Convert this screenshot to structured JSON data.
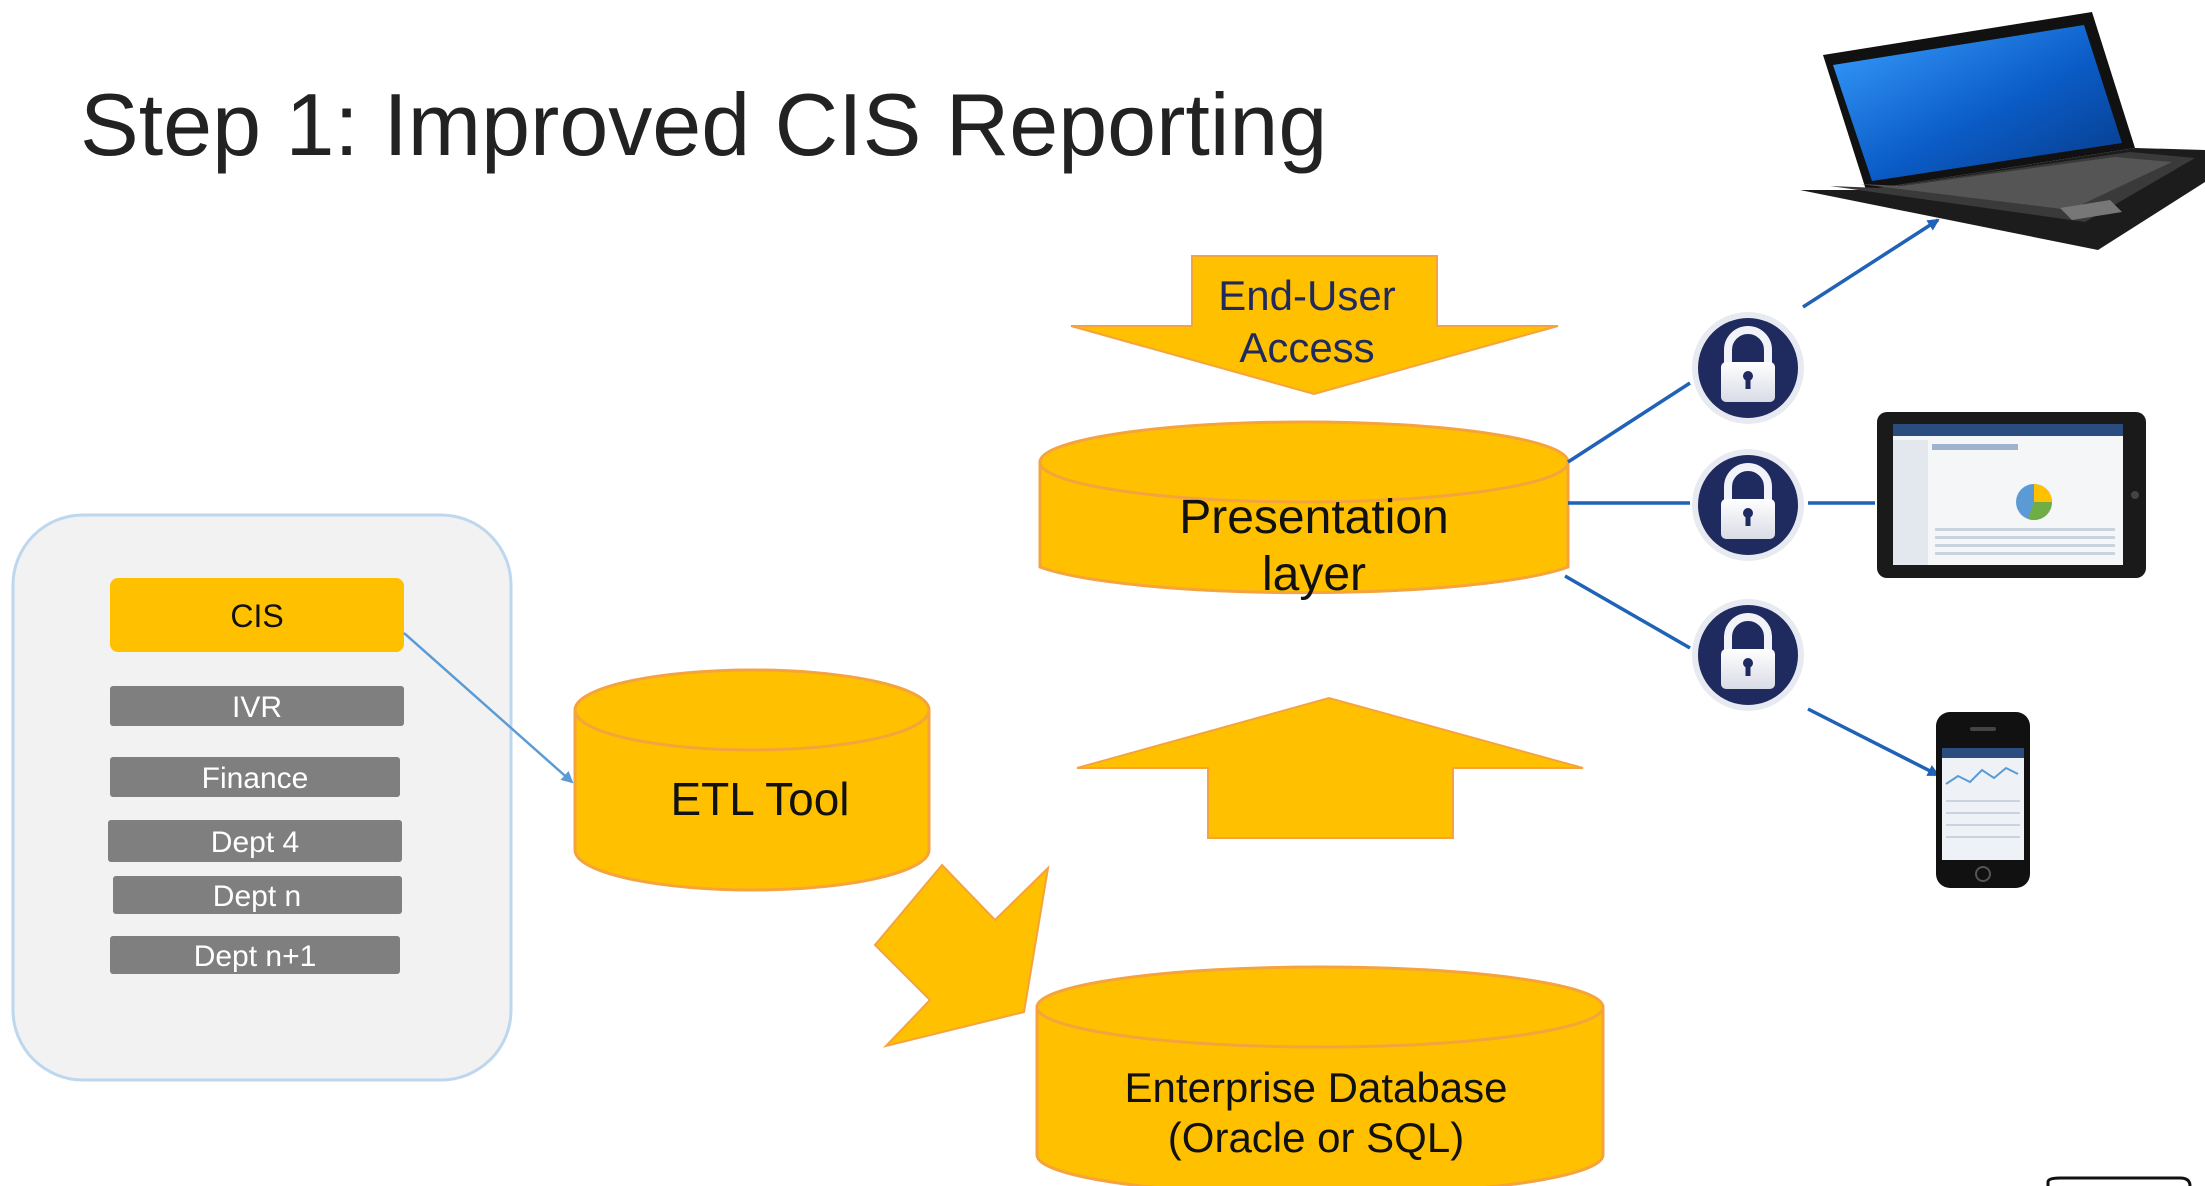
{
  "title": "Step 1: Improved CIS Reporting",
  "colors": {
    "gold": "#FFC000",
    "gold_stroke": "#F4A33D",
    "gray_box": "#7F7F7F",
    "panel_bg": "#F2F2F2",
    "panel_border": "#BDD7EE",
    "connector_blue": "#1F62B8",
    "lock_navy": "#1F2A5E",
    "text_dark": "#111111"
  },
  "sources": {
    "items": [
      {
        "label": "CIS"
      },
      {
        "label": "IVR"
      },
      {
        "label": "Finance"
      },
      {
        "label": "Dept 4"
      },
      {
        "label": "Dept n"
      },
      {
        "label": "Dept n+1"
      }
    ]
  },
  "nodes": {
    "etl_tool": {
      "label": "ETL Tool"
    },
    "presentation": {
      "label_line1": "Presentation",
      "label_line2": "layer"
    },
    "enterprise_db": {
      "label_line1": "Enterprise Database",
      "label_line2": "(Oracle or SQL)"
    }
  },
  "end_user_access": {
    "line1": "End-User",
    "line2": "Access"
  },
  "devices": [
    {
      "icon": "laptop-icon"
    },
    {
      "icon": "tablet-icon"
    },
    {
      "icon": "smartphone-icon"
    }
  ],
  "locks": [
    {
      "icon": "lock-icon"
    },
    {
      "icon": "lock-icon"
    },
    {
      "icon": "lock-icon"
    }
  ]
}
